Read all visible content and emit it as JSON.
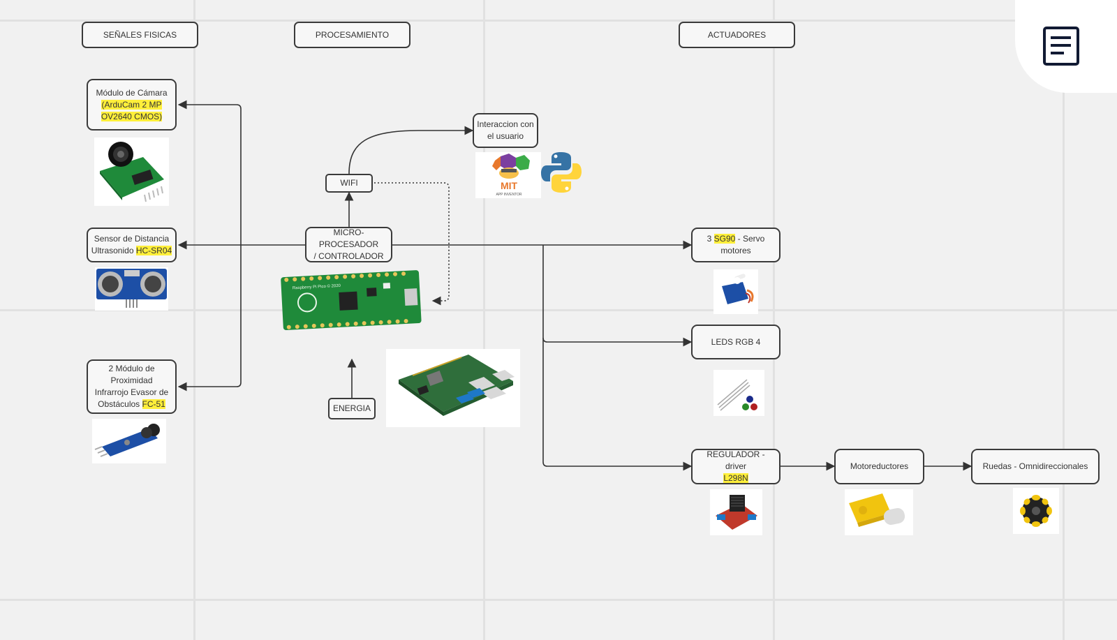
{
  "headers": {
    "signals": "SEÑALES FISICAS",
    "processing": "PROCESAMIENTO",
    "actuators": "ACTUADORES"
  },
  "nodes": {
    "camera": {
      "line1": "Módulo de Cámara",
      "line2": "(ArduCam 2 MP",
      "line3": "OV2640 CMOS)"
    },
    "distance": {
      "line1": "Sensor de Distancia",
      "line2_prefix": "Ultrasonido ",
      "line2_highlight": "HC-SR04"
    },
    "proximity": {
      "line1": "2 Módulo de",
      "line2": "Proximidad",
      "line3": "Infrarrojo Evasor de",
      "line4_prefix": "Obstáculos ",
      "line4_highlight": "FC-51"
    },
    "wifi": "WIFI",
    "user": {
      "line1": "Interaccion con",
      "line2": "el usuario"
    },
    "mcu": {
      "line1": "MICRO-PROCESADOR",
      "line2": "/ CONTROLADOR"
    },
    "energy": "ENERGIA",
    "servo": {
      "prefix": "3 ",
      "highlight": "SG90",
      "suffix": " - Servo",
      "line2": "motores"
    },
    "leds": "LEDS RGB 4",
    "driver": {
      "line1": "REGULADOR - driver",
      "highlight": "L298N"
    },
    "motors": "Motoreductores",
    "wheels": "Ruedas - Omnidireccionales"
  },
  "images": {
    "mit_logo_text": "MIT",
    "mit_logo_sub": "APP INVENTOR",
    "pico_silk": "Raspberry Pi Pico © 2020"
  },
  "colors": {
    "wire": "#333333",
    "highlight": "#ffef3a",
    "pcb_green": "#1f8a3a",
    "pi_green": "#2f6e3b",
    "sensor_blue": "#1d4fa6",
    "python_blue": "#3673a5",
    "python_yellow": "#ffd43b",
    "mit_orange": "#e8782c",
    "wheel_yellow": "#f1c40f"
  },
  "icons": [
    "document-icon",
    "camera-module-icon",
    "ultrasonic-sensor-icon",
    "ir-sensor-icon",
    "pico-board-icon",
    "raspberry-pi-board-icon",
    "mit-app-inventor-logo",
    "python-logo",
    "servo-icon",
    "rgb-led-icon",
    "l298n-driver-icon",
    "gear-motor-icon",
    "omni-wheel-icon"
  ]
}
